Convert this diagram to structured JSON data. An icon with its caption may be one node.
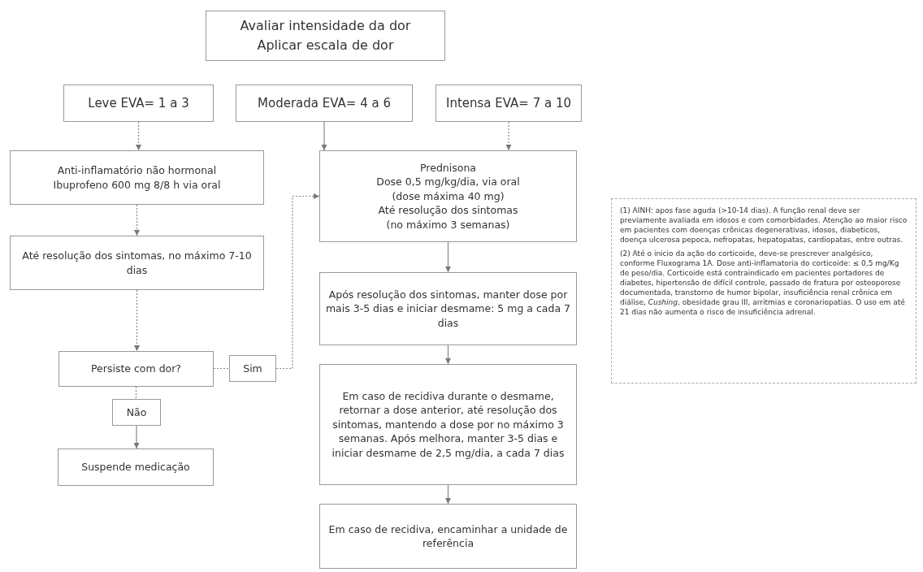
{
  "diagram": {
    "nodes": [
      {
        "text": [
          "Avaliar intensidade da dor",
          "Aplicar escala de dor"
        ]
      },
      {
        "text": [
          "Leve EVA= 1 a 3"
        ]
      },
      {
        "text": [
          "Moderada EVA= 4 a 6"
        ]
      },
      {
        "text": [
          "Intensa EVA= 7 a 10"
        ]
      },
      {
        "text": [
          "Anti-inflamatório não hormonal",
          "Ibuprofeno 600 mg 8/8 h via oral"
        ]
      },
      {
        "text": [
          "Prednisona",
          "Dose 0,5 mg/kg/dia, via oral",
          "(dose máxima 40 mg)",
          "Até resolução dos sintomas",
          "(no máximo 3 semanas)"
        ]
      },
      {
        "text": [
          "Até resolução dos sintomas, no máximo 7-10 dias"
        ]
      },
      {
        "text": [
          "Após resolução dos sintomas, manter dose por mais 3-5 dias e iniciar desmame: 5 mg a cada 7 dias"
        ]
      },
      {
        "text": [
          "Persiste com dor?"
        ]
      },
      {
        "text": [
          "Sim"
        ]
      },
      {
        "text": [
          "Não"
        ]
      },
      {
        "text": [
          "Suspende medicação"
        ]
      },
      {
        "text": [
          "Em caso de recidiva durante o desmame, retornar a dose anterior, até resolução dos sintomas, mantendo a dose por no máximo 3 semanas. Após melhora, manter 3-5 dias e iniciar desmame de 2,5 mg/dia, a cada 7 dias"
        ]
      },
      {
        "text": [
          "Em caso de recidiva, encaminhar a unidade de referência"
        ]
      },
      {
        "text": [
          "(1) AINH: apos fase aguda (>10-14 dias). A função renal deve ser previamente avaliada em idosos e com comorbidades. Atenção ao maior risco em pacientes com doenças crônicas degenerativas, idosos, diabeticos, doença ulcerosa pepoca, nefropatas, hepatopatas, cardiopatas, entre outras.",
          "(2) Até o inicio da ação do corticoide, deve-se prescrever analgésico, conforme Fluxograma 1A. Dose anti-inflamatoria do corticoide: ≤ 0,5 mg/Kg de peso/dia. Corticoide está contraindicado em pacientes portadores de diabetes, hipertensão de difícil controle, passado de fratura por osteoporose documentada, transtorno de humor bipolar, insuficiência renal crônica em diálise, *Cushing*, obesidade grau III, arritmias e coronariopatias. O uso em até 21 dias não aumenta o risco de insuficiência adrenal."
        ]
      }
    ],
    "edges": [
      {
        "from": 1,
        "to": 4,
        "arrow": "to",
        "style": "dashed"
      },
      {
        "from": 2,
        "to": 5,
        "arrow": "to"
      },
      {
        "from": 3,
        "to": 5,
        "arrow": "to",
        "style": "dashed"
      },
      {
        "from": 4,
        "to": 6,
        "arrow": "to",
        "style": "dashed"
      },
      {
        "from": 6,
        "to": 8,
        "arrow": "to",
        "style": "dashed"
      },
      {
        "from": 8,
        "to": 9,
        "arrow": "none",
        "style": "dashed"
      },
      {
        "from": 9,
        "to": 5,
        "arrow": "to",
        "style": "dashed"
      },
      {
        "from": 8,
        "to": 10,
        "arrow": "none",
        "style": "dashed"
      },
      {
        "from": 10,
        "to": 11,
        "arrow": "to"
      },
      {
        "from": 5,
        "to": 7,
        "arrow": "to"
      },
      {
        "from": 7,
        "to": 12,
        "arrow": "to"
      },
      {
        "from": 12,
        "to": 13,
        "arrow": "to"
      }
    ]
  }
}
